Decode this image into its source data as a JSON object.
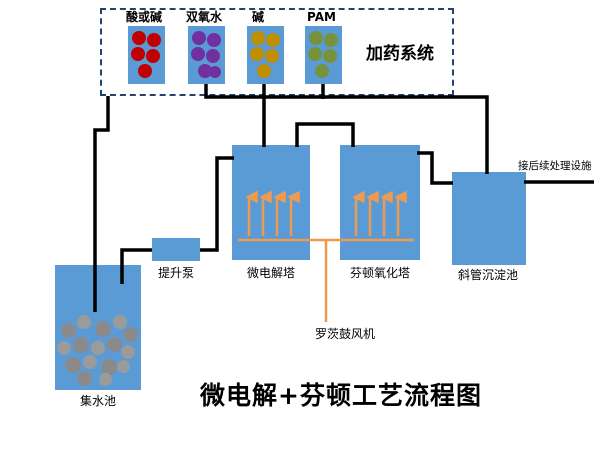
{
  "title": "微电解+芬顿工艺流程图",
  "dosing_system": {
    "label": "加药系统",
    "tanks": [
      {
        "label": "酸或碱",
        "dot_color": "#c00000"
      },
      {
        "label": "双氧水",
        "dot_color": "#7030a0"
      },
      {
        "label": "碱",
        "dot_color": "#bf8f00"
      },
      {
        "label": "PAM",
        "dot_color": "#76923c"
      }
    ]
  },
  "equipment": {
    "collection_tank": "集水池",
    "lift_pump": "提升泵",
    "micro_electrolysis_tower": "微电解塔",
    "fenton_oxidation_tower": "芬顿氧化塔",
    "inclined_tube_settler": "斜管沉淀池",
    "roots_blower": "罗茨鼓风机",
    "outlet_note": "接后续处理设施"
  },
  "colors": {
    "vessel_blue": "#5b9bd5",
    "pipe_black": "#000000",
    "aeration_orange": "#ee9b4f",
    "sludge_gray": "#8a8a8a",
    "dashed_border": "#24426e"
  }
}
